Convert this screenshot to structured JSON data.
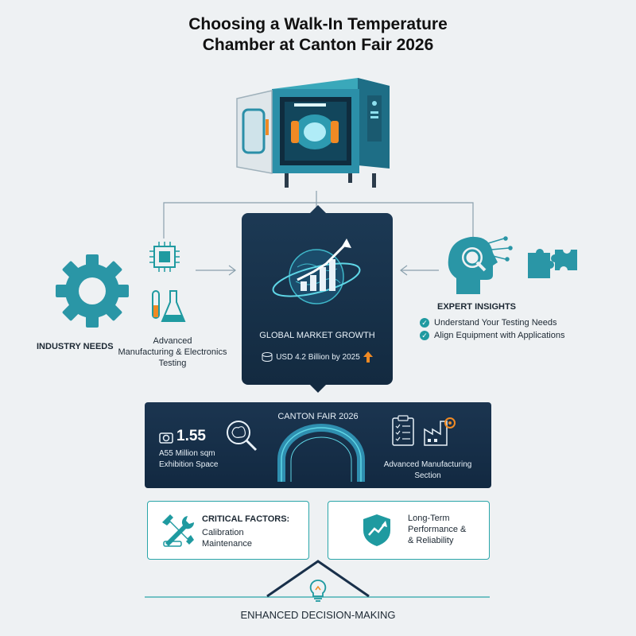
{
  "title": {
    "line1": "Choosing a Walk-In Temperature",
    "line2": "Chamber at Canton Fair 2026"
  },
  "left": {
    "industry_label": "INDUSTRY NEEDS",
    "desc_line1": "Advanced",
    "desc_line2": "Manufacturing & Electronics",
    "desc_line3": "Testing"
  },
  "center": {
    "label": "GLOBAL MARKET GROWTH",
    "value": "USD 4.2 Billion by 2025"
  },
  "right": {
    "heading": "EXPERT INSIGHTS",
    "items": [
      "Understand Your Testing Needs",
      "Align Equipment with Applications"
    ]
  },
  "canton": {
    "title": "CANTON FAIR 2026",
    "stat_value": "1.55",
    "stat_line1": "A55 Million sqm",
    "stat_line2": "Exhibition Space",
    "section_line1": "Advanced Manufacturing",
    "section_line2": "Section"
  },
  "factors": {
    "heading": "CRITICAL FACTORS:",
    "line1": "Calibration",
    "line2": "Maintenance"
  },
  "performance": {
    "line1": "Long-Term",
    "line2": "Performance &",
    "line3": "& Reliability"
  },
  "footer": {
    "label": "ENHANCED DECISION-MAKING"
  },
  "colors": {
    "teal": "#1f9aa0",
    "navy": "#19304a",
    "orange": "#f08a24"
  }
}
